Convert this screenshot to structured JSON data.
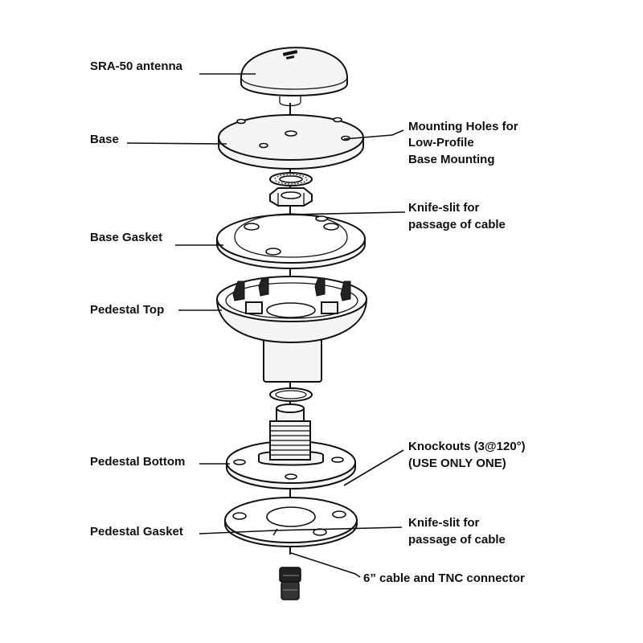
{
  "labels": {
    "antenna": "SRA-50 antenna",
    "base": "Base",
    "mounting_holes_1": "Mounting Holes for",
    "mounting_holes_2": "Low-Profile",
    "mounting_holes_3": "Base Mounting",
    "knife_slit_top_1": "Knife-slit for",
    "knife_slit_top_2": "passage of cable",
    "base_gasket": "Base Gasket",
    "pedestal_top": "Pedestal Top",
    "knockouts_1": "Knockouts (3@120°)",
    "knockouts_2": "(USE ONLY ONE)",
    "pedestal_bottom": "Pedestal Bottom",
    "knife_slit_bottom_1": "Knife-slit for",
    "knife_slit_bottom_2": "passage of cable",
    "pedestal_gasket": "Pedestal Gasket",
    "cable": "6” cable and TNC connector"
  }
}
